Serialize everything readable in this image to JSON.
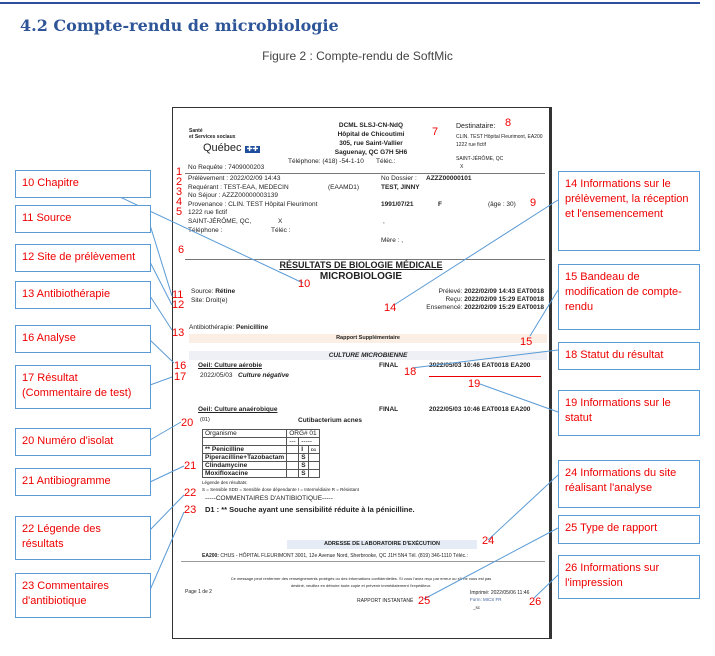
{
  "section": {
    "title": "4.2   Compte-rendu de microbiologie",
    "caption": "Figure 2 : Compte-rendu de SoftMic"
  },
  "doc": {
    "logo": {
      "line1": "Santé",
      "line2": "et Services sociaux",
      "line3": "Québec"
    },
    "lab": {
      "l1": "DCML SLSJ-CN-NdQ",
      "l2": "Hôpital de Chicoutimi",
      "l3": "305, rue Saint-Vallier",
      "l4": "Saguenay, QC  G7H 5H6",
      "phone": "Téléphone:  (418) -54-1-10",
      "fax": "Téléc.:"
    },
    "dest": {
      "label": "Destinataire:",
      "l1": "CLIN. TEST Hôpital Fleurimont, EA200",
      "l2": "1222 rue fictif",
      "l3": "SAINT-JÉRÔME, QC",
      "l4": "X"
    },
    "requete": "No Requête : 7409000203",
    "left": [
      "Prélèvement : 2022/02/09 14:43",
      "Requérant :  TEST-EAA, MEDECIN",
      "No Séjour :  AZZZ00000003139",
      "Provenance :  CLIN. TEST Hôpital Fleurimont",
      "1222 rue fictif",
      "SAINT-JÉRÔME, QC,",
      "Téléphone :"
    ],
    "eaamd": "(EAAMD1)",
    "x": "X",
    "telec": "Téléc :",
    "dossier_label": "No Dossier :",
    "dossier": "AZZZ00000101",
    "patient": "TEST, JINNY",
    "dob": "1991/07/21",
    "sex": "F",
    "age": "(âge : 30)",
    "comma": ",",
    "mere": "Mère :  ,",
    "title1": "RÉSULTATS DE BIOLOGIE MÉDICALE",
    "title2": "MICROBIOLOGIE",
    "source_label": "Source:",
    "source": "Rétine",
    "site": "Site:  Droit(e)",
    "dates": [
      {
        "label": "Prélevé:",
        "value": "2022/02/09 14:43 EAT0018"
      },
      {
        "label": "Reçu:",
        "value": "2022/02/09 15:29 EAT0018"
      },
      {
        "label": "Ensemencé:",
        "value": "2022/02/09 15:29 EAT0018"
      }
    ],
    "antibio_label": "Antibiothérapie:",
    "antibio": "Penicilline",
    "supp": "Rapport Supplémentaire",
    "culture": "CULTURE MICROBIENNE",
    "a1": {
      "name": "Oeil: Culture aérobie",
      "status": "FINAL",
      "info": "2022/05/03  10:46  EAT0018     EA200",
      "date": "2022/05/03",
      "result": "Culture négative"
    },
    "a2": {
      "name": "Oeil: Culture anaérobique",
      "status": "FINAL",
      "info": "2022/05/03  10:46  EAT0018     EA200",
      "isolate": "(01)",
      "organism": "Cutibacterium acnes"
    },
    "table": {
      "h1": "Organisme",
      "h2": "ORG# 01",
      "dash1": "---",
      "dash2": "-----",
      "rows": [
        [
          "** Penicilline",
          "I",
          "D1"
        ],
        [
          "Piperacilline+Tazobactam",
          "S",
          ""
        ],
        [
          "Clindamycine",
          "S",
          ""
        ],
        [
          "Moxifloxacine",
          "S",
          ""
        ]
      ]
    },
    "legend_title": "Légende des résultats:",
    "legend": "S = Sensible SDD = Sensible dose dépendante I = Intermédiaire R = Résistant",
    "comm_title": "-----COMMENTAIRES D'ANTIBIOTIQUE-----",
    "comm": "D1 : ** Souche ayant une sensibilité réduite à la pénicilline.",
    "addr_title": "ADRESSE DE LABORATOIRE D'EXÉCUTION",
    "addr_code": "EA200:",
    "addr": "CHUS - HÔPITAL FLEURIMONT 3001, 12e Avenue Nord, Sherbrooke, QC    J1H 5N4  Tél. (819) 346-1110  Téléc.:",
    "conf1": "Ce message peut renfermer des renseignements protégés ou des informations confidentielles.  Si vous l'avez reçu par erreur ou s'il ne vous est pas",
    "conf2": "destiné, veuillez en détruire toute copie et prévenir immédiatement l'expéditeur.",
    "page": "Page 1 de 2",
    "rtype": "RAPPORT INSTANTANÉ",
    "printed": "Imprimé:   2022/05/06   11:46",
    "form": "Form: MICS FR",
    "sc": "_sc"
  },
  "markers": [
    "1",
    "2",
    "3",
    "4",
    "5",
    "6",
    "7",
    "8",
    "9",
    "10",
    "11",
    "12",
    "13",
    "14",
    "15",
    "16",
    "17",
    "18",
    "19",
    "20",
    "21",
    "22",
    "23",
    "24",
    "25",
    "26"
  ],
  "callouts": {
    "c10": "10 Chapitre",
    "c11": "11 Source",
    "c12": "12 Site de prélèvement",
    "c13": "13 Antibiothérapie",
    "c16": "16 Analyse",
    "c17": "17 Résultat (Commentaire de test)",
    "c20": "20 Numéro d'isolat",
    "c21": "21 Antibiogramme",
    "c22": "22 Légende des résultats",
    "c23": "23 Commentaires d'antibiotique",
    "c14": "14 Informations sur le prélèvement, la réception et l'ensemencement",
    "c15": "15 Bandeau de modification de compte-rendu",
    "c18": "18 Statut du résultat",
    "c19": "19 Informations sur le statut",
    "c24": "24 Informations du site réalisant l'analyse",
    "c25": "25 Type de rapport",
    "c26": "26 Informations sur l'impression"
  },
  "colors": {
    "heading": "#2e5597",
    "marker": "#e00000",
    "callout_border": "#5b9bd5"
  }
}
